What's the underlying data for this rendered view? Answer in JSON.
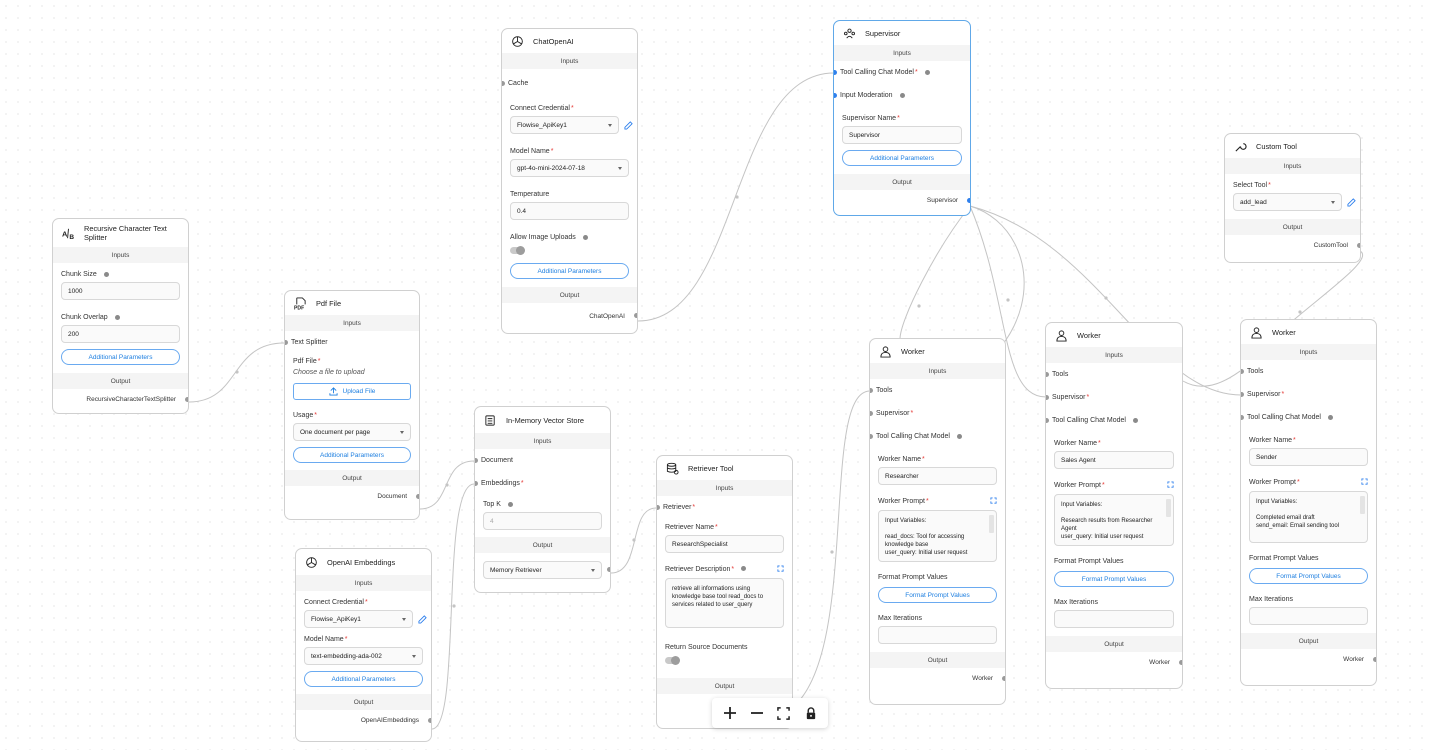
{
  "colors": {
    "accent": "#1e7fe0",
    "selected_border": "#60a8e8",
    "required": "#e53935"
  },
  "labels": {
    "inputs": "Inputs",
    "output": "Output",
    "additional_parameters": "Additional Parameters",
    "format_prompt_values": "Format Prompt Values"
  },
  "chatopenai": {
    "title": "ChatOpenAI",
    "icon": "openai-icon",
    "cache": "Cache",
    "connect_credential": "Connect Credential",
    "credential_value": "Flowise_ApiKey1",
    "model_name": "Model Name",
    "model_value": "gpt-4o-mini-2024-07-18",
    "temperature": "Temperature",
    "temperature_value": "0.4",
    "allow_image_uploads": "Allow Image Uploads",
    "output_name": "ChatOpenAI"
  },
  "supervisor": {
    "title": "Supervisor",
    "icon": "team-icon",
    "tool_calling_chat_model": "Tool Calling Chat Model",
    "input_moderation": "Input Moderation",
    "supervisor_name": "Supervisor Name",
    "supervisor_name_value": "Supervisor",
    "output_name": "Supervisor"
  },
  "custom_tool": {
    "title": "Custom Tool",
    "icon": "wrench-icon",
    "select_tool": "Select Tool",
    "select_tool_value": "add_lead",
    "output_name": "CustomTool"
  },
  "text_splitter": {
    "title": "Recursive Character Text Splitter",
    "icon": "ab-split-icon",
    "chunk_size": "Chunk Size",
    "chunk_size_value": "1000",
    "chunk_overlap": "Chunk Overlap",
    "chunk_overlap_value": "200",
    "output_name": "RecursiveCharacterTextSplitter"
  },
  "pdf_file": {
    "title": "Pdf File",
    "icon": "pdf-icon",
    "text_splitter": "Text Splitter",
    "pdf_file": "Pdf File",
    "pdf_hint": "Choose a file to upload",
    "upload_button": "Upload File",
    "usage": "Usage",
    "usage_value": "One document per page",
    "output_name": "Document"
  },
  "openai_embeddings": {
    "title": "OpenAI Embeddings",
    "icon": "openai-icon",
    "connect_credential": "Connect Credential",
    "credential_value": "Flowise_ApiKey1",
    "model_name": "Model Name",
    "model_value": "text-embedding-ada-002",
    "output_name": "OpenAIEmbeddings"
  },
  "vector_store": {
    "title": "In-Memory Vector Store",
    "icon": "database-icon",
    "document": "Document",
    "embeddings": "Embeddings",
    "top_k": "Top K",
    "top_k_placeholder": "4",
    "output_value": "Memory Retriever"
  },
  "retriever_tool": {
    "title": "Retriever Tool",
    "icon": "database-tool-icon",
    "retriever": "Retriever",
    "retriever_name": "Retriever Name",
    "retriever_name_value": "ResearchSpecialist",
    "retriever_description": "Retriever Description",
    "retriever_description_value": "retrieve all informations using knowledge base tool read_docs to services related to user_query",
    "return_source_documents": "Return Source Documents",
    "output_partial": "Output"
  },
  "worker_researcher": {
    "title": "Worker",
    "icon": "user-icon",
    "tools": "Tools",
    "supervisor": "Supervisor",
    "tool_calling_chat_model": "Tool Calling Chat Model",
    "worker_name": "Worker Name",
    "worker_name_value": "Researcher",
    "worker_prompt": "Worker Prompt",
    "worker_prompt_value": "Input Variables:\n\nread_docs: Tool for accessing knowledge base\nuser_query: Initial user request",
    "format_prompt_values": "Format Prompt Values",
    "max_iterations": "Max Iterations",
    "output_name": "Worker"
  },
  "worker_sales": {
    "title": "Worker",
    "icon": "user-icon",
    "tools": "Tools",
    "supervisor": "Supervisor",
    "tool_calling_chat_model": "Tool Calling Chat Model",
    "worker_name": "Worker Name",
    "worker_name_value": "Sales Agent",
    "worker_prompt": "Worker Prompt",
    "worker_prompt_value": "Input Variables:\n\nResearch results from Researcher Agent\nuser_query: Initial user request",
    "format_prompt_values": "Format Prompt Values",
    "max_iterations": "Max Iterations",
    "output_name": "Worker"
  },
  "worker_sender": {
    "title": "Worker",
    "icon": "user-icon",
    "tools": "Tools",
    "supervisor": "Supervisor",
    "tool_calling_chat_model": "Tool Calling Chat Model",
    "worker_name": "Worker Name",
    "worker_name_value": "Sender",
    "worker_prompt": "Worker Prompt",
    "worker_prompt_value": "Input Variables:\n\nCompleted email draft\nsend_email: Email sending tool",
    "format_prompt_values": "Format Prompt Values",
    "max_iterations": "Max Iterations",
    "output_name": "Worker"
  },
  "toolbar": {
    "zoom_in": "zoom-in-icon",
    "zoom_out": "zoom-out-icon",
    "fit_view": "fit-view-icon",
    "lock": "lock-icon"
  }
}
